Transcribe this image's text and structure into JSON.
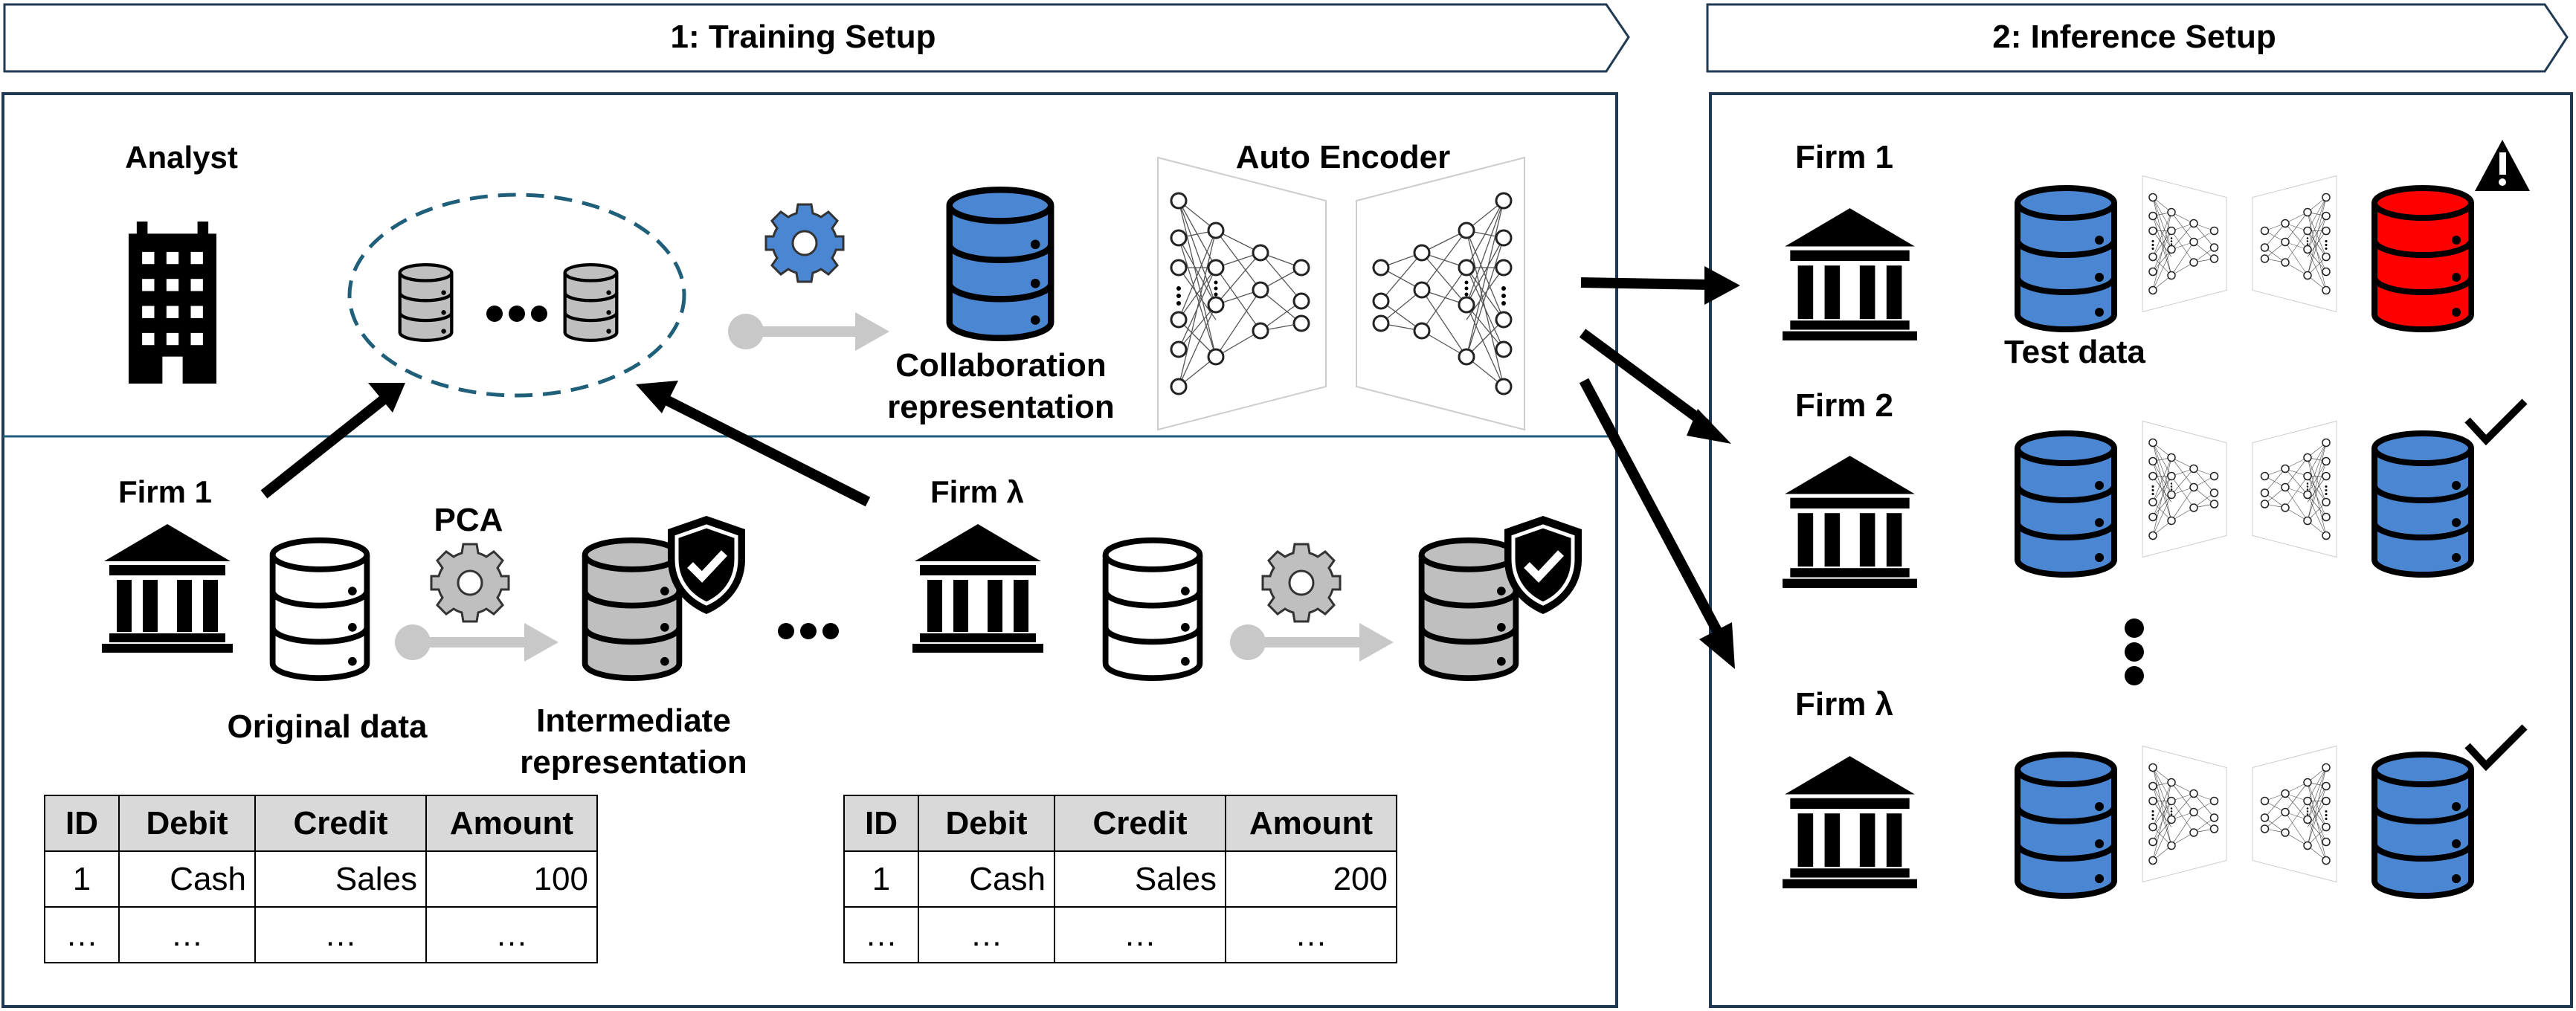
{
  "training": {
    "title": "1: Training Setup",
    "analyst_label": "Analyst",
    "collab_label_1": "Collaboration",
    "collab_label_2": "representation",
    "autoencoder_label": "Auto Encoder",
    "firm1_label": "Firm 1",
    "firm_lambda_label": "Firm λ",
    "pca_label": "PCA",
    "original_label": "Original data",
    "intermediate_label_1": "Intermediate",
    "intermediate_label_2": "representation",
    "tables": [
      {
        "headers": [
          "ID",
          "Debit",
          "Credit",
          "Amount"
        ],
        "rows": [
          [
            "1",
            "Cash",
            "Sales",
            "100"
          ],
          [
            "…",
            "…",
            "…",
            "…"
          ]
        ]
      },
      {
        "headers": [
          "ID",
          "Debit",
          "Credit",
          "Amount"
        ],
        "rows": [
          [
            "1",
            "Cash",
            "Sales",
            "200"
          ],
          [
            "…",
            "…",
            "…",
            "…"
          ]
        ]
      }
    ]
  },
  "inference": {
    "title": "2: Inference Setup",
    "firm1_label": "Firm 1",
    "firm2_label": "Firm 2",
    "firm_lambda_label": "Firm λ",
    "test_data_label": "Test data"
  },
  "colors": {
    "blue": "#4a86d1",
    "gray": "#bfbfbf",
    "red": "#ff0000",
    "frame": "#1f3a52",
    "dashed": "#1f5f7a",
    "arrow_gray": "#c8c8c8"
  },
  "icons": [
    "building-icon",
    "bank-icon",
    "database-icon",
    "gear-icon",
    "shield-check-icon",
    "neural-network-icon",
    "warning-icon",
    "checkmark-icon"
  ]
}
